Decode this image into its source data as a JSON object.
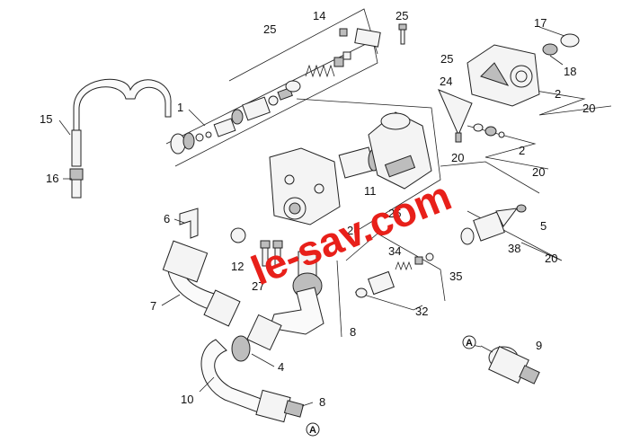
{
  "callouts": {
    "c1": "1",
    "c2a": "2",
    "c2b": "2",
    "c4": "4",
    "c5": "5",
    "c6": "6",
    "c7": "7",
    "c8a": "8",
    "c8b": "8",
    "c9": "9",
    "c10": "10",
    "c11": "11",
    "c12": "12",
    "c14": "14",
    "c15": "15",
    "c16": "16",
    "c17": "17",
    "c18": "18",
    "c20a": "20",
    "c20b": "20",
    "c20c": "20",
    "c20d": "20",
    "c24": "24",
    "c25a": "25",
    "c25b": "25",
    "c25c": "25",
    "c25d": "25",
    "c26": "26",
    "c27": "27",
    "c32": "32",
    "c34": "34",
    "c35": "35",
    "c38": "38"
  },
  "markers": {
    "a1": "A",
    "a2": "A"
  },
  "watermark": "le-sav.com"
}
